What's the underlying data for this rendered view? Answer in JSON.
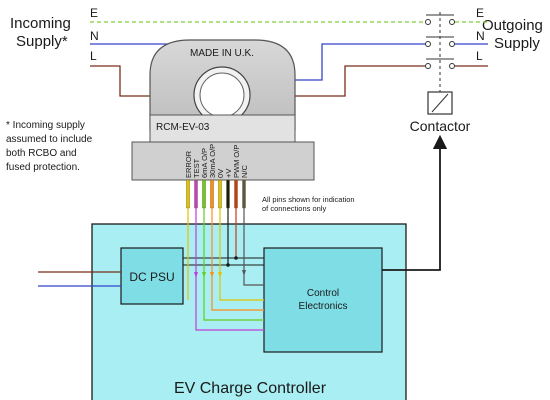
{
  "supply": {
    "incoming_title": "Incoming",
    "incoming_sub": "Supply*",
    "outgoing_title": "Outgoing",
    "outgoing_sub": "Supply",
    "line_e": "E",
    "line_n": "N",
    "line_l": "L"
  },
  "sensor": {
    "made_in": "MADE IN U.K.",
    "model": "RCM-EV-03",
    "pins": [
      "ERROR",
      "TEST",
      "6mA O/P",
      "30mA O/P",
      "0V",
      "+V",
      "PWM O/P",
      "N/C"
    ]
  },
  "notes": {
    "incoming_footnote": [
      "* Incoming supply",
      "assumed to include",
      "both RCBO and",
      "fused protection."
    ],
    "pins_note": [
      "All pins shown for indication",
      "of connections only"
    ]
  },
  "contactor": {
    "label": "Contactor"
  },
  "controller": {
    "title": "EV Charge Controller",
    "psu": "DC PSU",
    "control": [
      "Control",
      "Electronics"
    ]
  },
  "colors": {
    "earth": "#7fd13b",
    "neutral": "#3344cc",
    "live": "#7a2e1a",
    "controller_fill": "#a8eef2",
    "psu_fill": "#7fdde6",
    "arrow": "#1a1a1a"
  }
}
